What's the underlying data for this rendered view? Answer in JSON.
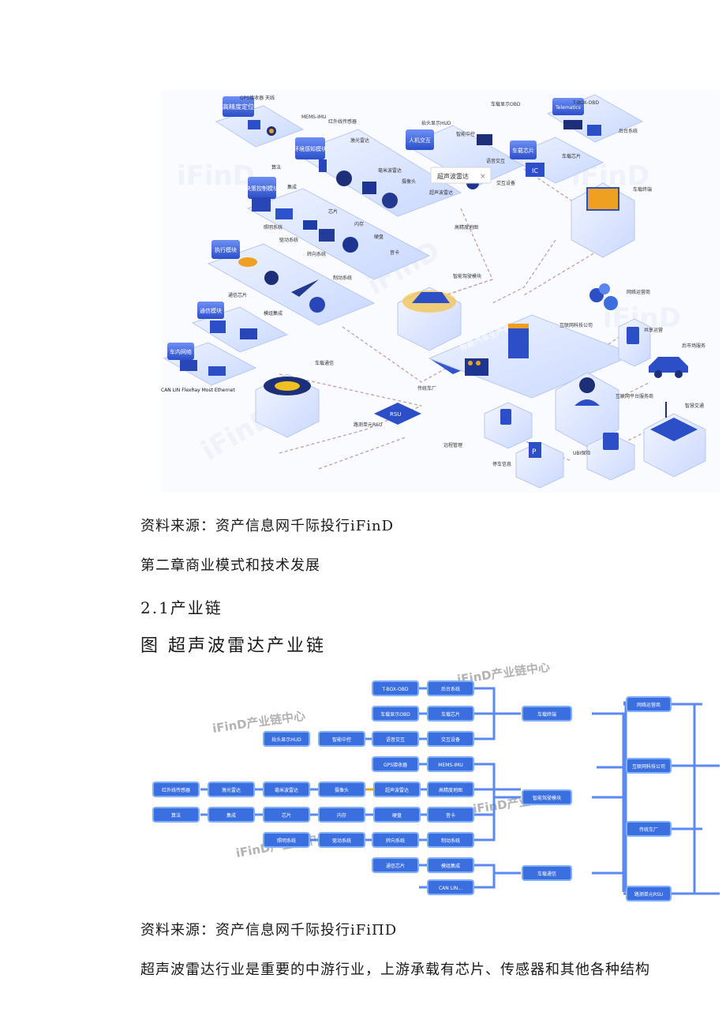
{
  "figure1": {
    "module_labels": [
      "高精度定位",
      "环境感知模块",
      "决策控制模块",
      "执行模块",
      "通信模块",
      "车内网络",
      "人机交互",
      "车载芯片",
      "Telematics",
      "智能汽车生产商"
    ],
    "item_labels": [
      "GPS接收器 天线",
      "MEMS-IMU",
      "红外线传感器",
      "激光雷达",
      "毫米波雷达",
      "摄像头",
      "超声波雷达",
      "算法",
      "集成",
      "芯片",
      "内存",
      "硬盘",
      "音卡",
      "高精度地图",
      "车载显示OBD",
      "T-BOX-OBD",
      "抬头显示HUD",
      "智能中控",
      "语音交互",
      "交互设备",
      "后台系统",
      "车载芯片",
      "车载终端",
      "照明系统",
      "驱动系统",
      "转向系统",
      "制动系统",
      "智能驾驶模块",
      "通信芯片",
      "模组集成",
      "车载通信",
      "CAN LIN FlexRay Most Ethernet",
      "网络运营商",
      "互联网科技公司",
      "共享运营",
      "后市场服务",
      "传统车厂",
      "互联网平台服务商",
      "智慧交通",
      "路测单元RSU",
      "远程管理",
      "停车信息",
      "UBI保险"
    ],
    "popup_label": "超声波雷达",
    "watermark": "iFinD"
  },
  "texts": {
    "source1": "资料来源：资产信息网千际投行iFinD",
    "chapter": "第二章商业模式和技术发展",
    "section": "2.1产业链",
    "figure2_title": "图 超声波雷达产业链",
    "source2": "资料来源：资产信息网千际投行iFiΠD",
    "paragraph": "超声波雷达行业是重要的中游行业，上游承载有芯片、传感器和其他各种结构"
  },
  "figure2": {
    "watermark": "iFinD产业链中心",
    "row1": [
      "T-BOX-OBD",
      "后台系统"
    ],
    "row2": [
      "车载显示OBD",
      "车载芯片"
    ],
    "row3": [
      "抬头显示HUD",
      "智能中控",
      "语音交互",
      "交互设备"
    ],
    "row4": [
      "GPS接收器",
      "MEMS-IMU"
    ],
    "row5": [
      "红外线传感器",
      "激光雷达",
      "毫米波雷达",
      "摄像头",
      "超声波雷达",
      "高精度地图"
    ],
    "row6": [
      "算法",
      "集成",
      "芯片",
      "内存",
      "硬盘",
      "音卡"
    ],
    "row7": [
      "照明系统",
      "驱动系统",
      "转向系统",
      "制动系统"
    ],
    "row8": [
      "通信芯片",
      "模组集成"
    ],
    "row9": [
      "CAN LIN..."
    ],
    "mid": [
      "车载终端",
      "智能驾驶模块",
      "车载通信"
    ],
    "right": [
      "网络运营商",
      "互联网科技公司",
      "传统车厂",
      "路测单元RSU"
    ]
  },
  "colors": {
    "blue": "#3b6fe0",
    "light_blue": "#7fb0ff",
    "dark_blue": "#1b3a9a",
    "orange": "#f0a020",
    "dash": "#c09090"
  }
}
